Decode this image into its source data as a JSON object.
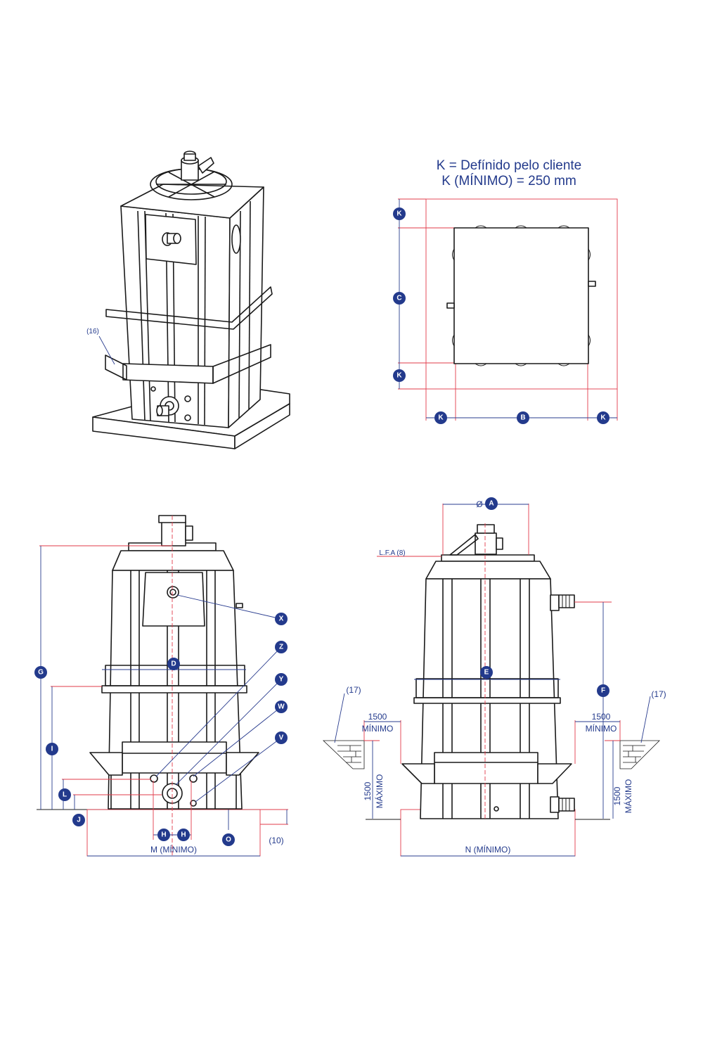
{
  "notes": {
    "line1": "K = Defínido pelo cliente",
    "line2": "K (MÍNIMO) = 250 mm"
  },
  "callouts": {
    "iso_ref": "(16)",
    "lfa": "L.F.A (8)",
    "ref_10": "(10)",
    "ref_17_left": "(17)",
    "ref_17_right": "(17)"
  },
  "plan": {
    "k_top": "K",
    "c": "C",
    "k_bottom": "K",
    "k_left": "K",
    "b": "B",
    "k_right": "K"
  },
  "front": {
    "g": "G",
    "i": "I",
    "l": "L",
    "j": "J",
    "d": "D",
    "x": "X",
    "z": "Z",
    "y": "Y",
    "w": "W",
    "v": "V",
    "h1": "H",
    "h2": "H",
    "o": "O",
    "m_label": "M (MÍNIMO)"
  },
  "side": {
    "diameter_symbol": "Ø",
    "a": "A",
    "e": "E",
    "f": "F",
    "left_1500": "1500",
    "left_minimo": "MÍNIMO",
    "right_1500": "1500",
    "right_minimo": "MÍNIMO",
    "left_max_1500": "1500",
    "left_maximo": "MÁXIMO",
    "right_max_1500": "1500",
    "right_maximo": "MÁXIMO",
    "n_label": "N (MÍNIMO)"
  },
  "colors": {
    "label_blue": "#233a8c",
    "dimension_red": "#e23b4a",
    "outline": "#1a1a1a"
  }
}
